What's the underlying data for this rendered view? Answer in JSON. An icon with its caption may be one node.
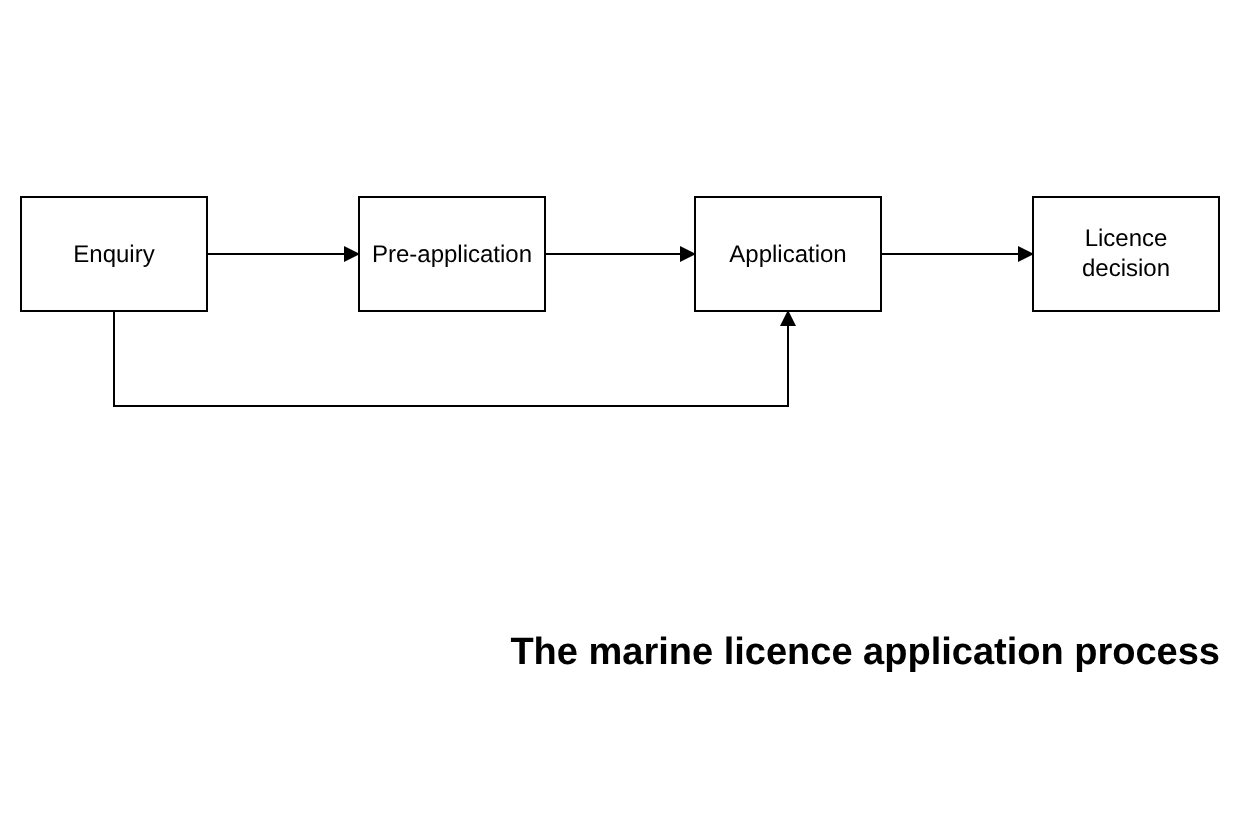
{
  "diagram": {
    "caption": "The marine licence application process",
    "nodes": [
      {
        "text": [
          "Enquiry"
        ]
      },
      {
        "text": [
          "Pre-application"
        ]
      },
      {
        "text": [
          "Application"
        ]
      },
      {
        "text": [
          "Licence decision"
        ]
      }
    ],
    "edges": [
      {
        "from": 0,
        "to": 1,
        "arrow": "to"
      },
      {
        "from": 1,
        "to": 2,
        "arrow": "to"
      },
      {
        "from": 2,
        "to": 3,
        "arrow": "to"
      },
      {
        "from": 0,
        "to": 2,
        "arrow": "to"
      }
    ]
  }
}
